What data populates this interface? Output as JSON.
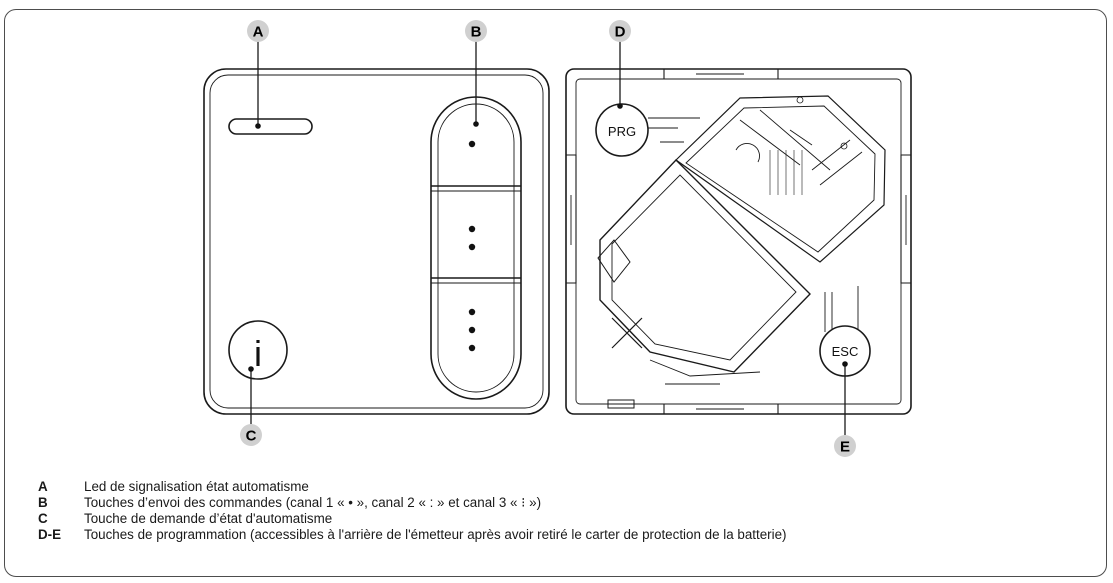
{
  "callouts": {
    "a": "A",
    "b": "B",
    "c": "C",
    "d": "D",
    "e": "E"
  },
  "back_buttons": {
    "prg": "PRG",
    "esc": "ESC"
  },
  "front_buttons": {
    "info_symbol": "i"
  },
  "legend": [
    {
      "key": "A",
      "text": "Led de signalisation état automatisme"
    },
    {
      "key": "B",
      "text": "Touches d’envoi des commandes (canal 1 « • », canal 2 « : » et canal 3  « ⁝ »)"
    },
    {
      "key": "C",
      "text": "Touche de demande d’état d'automatisme"
    },
    {
      "key": "D-E",
      "text": "Touches de programmation (accessibles à l'arrière de l'émetteur après avoir retiré le carter de protection de la batterie)"
    }
  ],
  "colors": {
    "line": "#1a1a1a",
    "callout_fill": "#d0d0d0",
    "frame": "#4d4d4d"
  }
}
